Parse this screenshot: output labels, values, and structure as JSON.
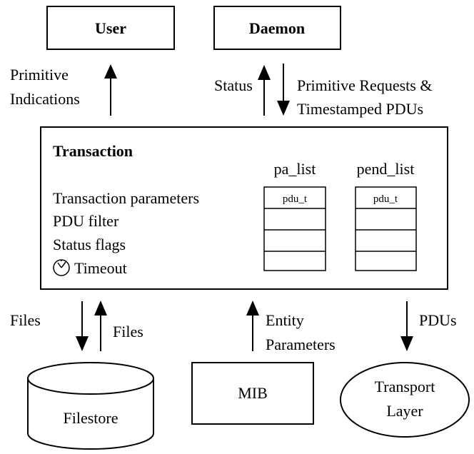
{
  "nodes": {
    "user": "User",
    "daemon": "Daemon",
    "mib": "MIB",
    "filestore": "Filestore",
    "transport": {
      "line1": "Transport",
      "line2": "Layer"
    }
  },
  "transaction": {
    "title": "Transaction",
    "fields": [
      "Transaction parameters",
      "PDU filter",
      "Status flags",
      "Timeout"
    ],
    "lists": [
      {
        "name": "pa_list",
        "first_cell": "pdu_t"
      },
      {
        "name": "pend_list",
        "first_cell": "pdu_t"
      }
    ]
  },
  "flows": {
    "primitive_indications": [
      "Primitive",
      "Indications"
    ],
    "status": "Status",
    "primitive_requests": [
      "Primitive Requests &",
      "Timestamped PDUs"
    ],
    "files_down": "Files",
    "files_up": "Files",
    "entity_parameters": [
      "Entity",
      "Parameters"
    ],
    "pdus": "PDUs"
  },
  "icons": {
    "timeout": "clock-icon"
  }
}
